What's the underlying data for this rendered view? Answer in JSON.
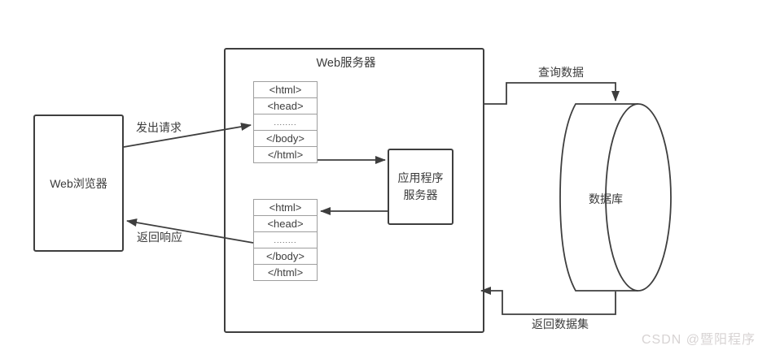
{
  "browser": {
    "label": "Web浏览器"
  },
  "web_server": {
    "title": "Web服务器",
    "document_top": {
      "rows": [
        "<html>",
        "<head>",
        "........",
        "</body>",
        "</html>"
      ]
    },
    "document_bottom": {
      "rows": [
        "<html>",
        "<head>",
        "........",
        "</body>",
        "</html>"
      ]
    }
  },
  "app_server": {
    "line1": "应用程序",
    "line2": "服务器"
  },
  "database": {
    "label": "数据库"
  },
  "arrows": {
    "request": "发出请求",
    "response": "返回响应",
    "query": "查询数据",
    "return_dataset": "返回数据集"
  },
  "watermark": {
    "text": "CSDN @暨阳程序"
  },
  "colors": {
    "line": "#3e3e3e",
    "stack_border": "#9e9e9e",
    "text": "#3b3b3b",
    "watermark": "#d7d3d3",
    "background": "#ffffff"
  }
}
